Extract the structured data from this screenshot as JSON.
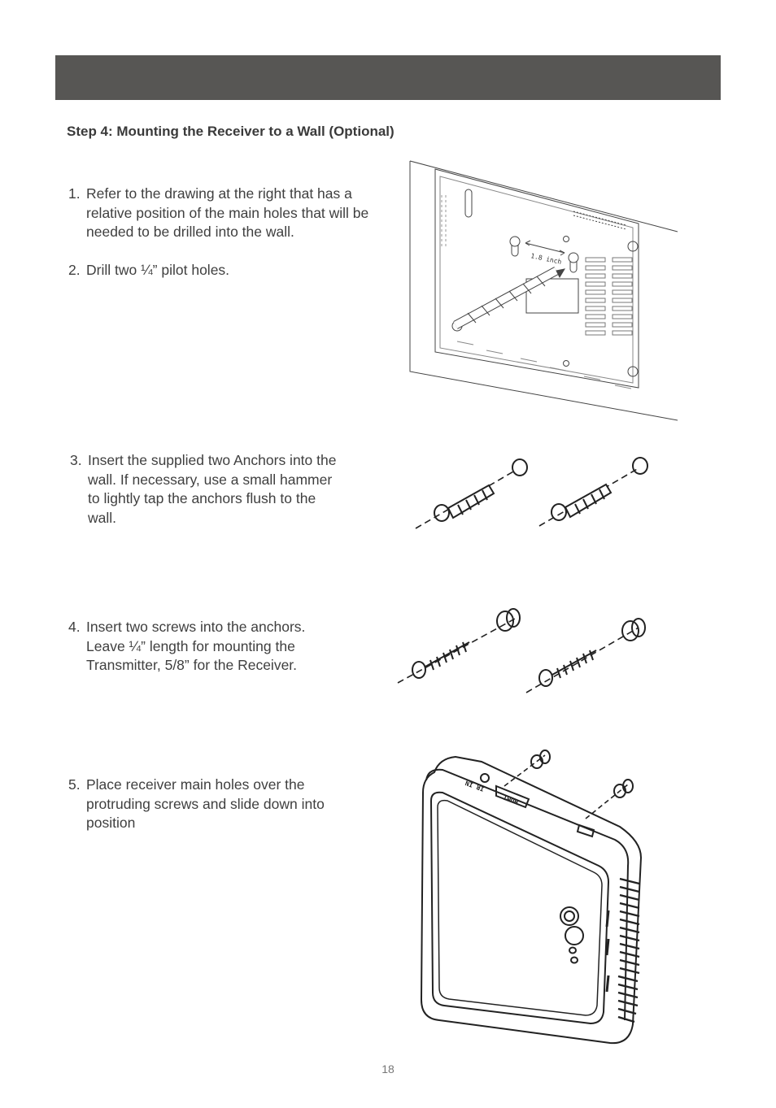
{
  "section_title": "Step 4: Mounting the Receiver to a Wall (Optional)",
  "steps": [
    {
      "number": "1.",
      "text": "Refer to the drawing at the right that has a relative position of the main holes that will be needed to be drilled into the wall."
    },
    {
      "number": "2.",
      "text": "Drill two ¼” pilot holes."
    },
    {
      "number": "3.",
      "text": "Insert the supplied two Anchors into the wall. If necessary, use a small hammer to lightly tap the anchors flush to the wall."
    },
    {
      "number": "4.",
      "text": "Insert two screws into the anchors. Leave ¼” length for mounting the Transmitter, 5/8” for the Receiver."
    },
    {
      "number": "5.",
      "text": "Place receiver main holes over the protruding screws and slide down into position"
    }
  ],
  "figures": {
    "drill_label": "1.8 inch",
    "port_ir": "IR IN",
    "port_hdmi": "HDMI"
  },
  "page_number": "18",
  "colors": {
    "header_bar": "#575654",
    "text": "#3a3a3a"
  }
}
